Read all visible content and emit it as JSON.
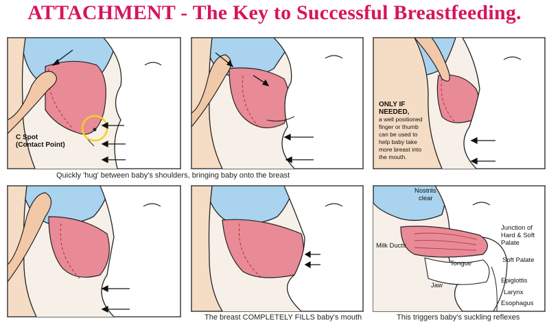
{
  "title": "ATTACHMENT - The Key to Successful Breastfeeding.",
  "captions": {
    "top_row": "Quickly 'hug' between baby's shoulders, bringing baby onto the breast",
    "bottom_middle": "The breast COMPLETELY FILLS baby's mouth",
    "bottom_right": "This triggers baby's suckling reflexes"
  },
  "panel1": {
    "c_spot_line1": "C Spot",
    "c_spot_line2": "(Contact Point)"
  },
  "panel3": {
    "heading_line1": "ONLY IF",
    "heading_line2": "NEEDED,",
    "body_lines": [
      "a well positioned",
      "finger or thumb",
      "can be used to",
      "help baby take",
      "more breast into",
      "the mouth."
    ]
  },
  "panel6": {
    "nostrils_line1": "Nostrils",
    "nostrils_line2": "clear",
    "milk_ducts": "Milk Ducts",
    "junction_line1": "Junction of",
    "junction_line2": "Hard & Soft",
    "junction_line3": "Palate",
    "soft_palate": "Soft Palate",
    "tongue": "Tongue",
    "jaw": "Jaw",
    "epiglottis": "Epiglottis",
    "larynx": "Larynx",
    "esophagus": "Esophagus"
  },
  "colors": {
    "title": "#d6155c",
    "breast_blue": "#a9d3ef",
    "skin": "#f5dcc4",
    "areola_pink": "#e98a97",
    "highlight_yellow": "#f2d21b"
  }
}
